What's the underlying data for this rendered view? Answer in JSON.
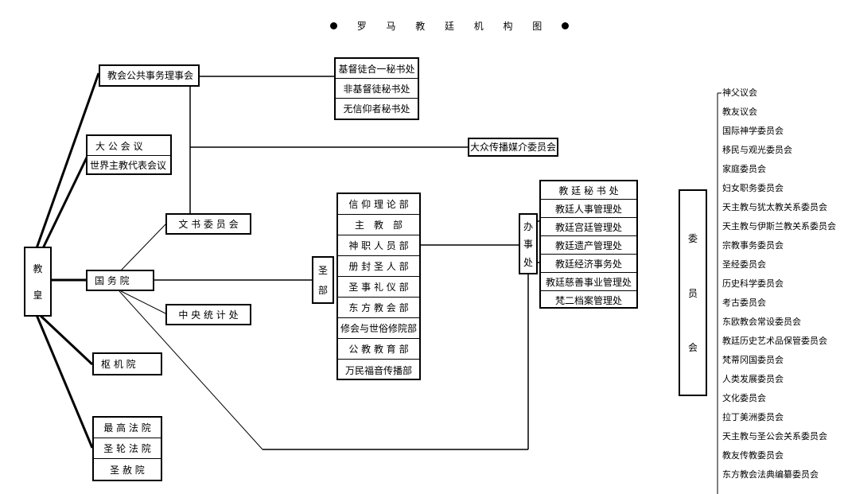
{
  "title": {
    "chars": [
      "罗",
      "马",
      "教",
      "廷",
      "机",
      "构",
      "图"
    ]
  },
  "pope": {
    "chars": [
      "教",
      "皇"
    ]
  },
  "nodes": {
    "church_affairs": "教会公共事务理事会",
    "synod": "大 公 会 议",
    "bishops_synod": "世界主教代表会议",
    "documents": "文 书 委 员 会",
    "state": "国 务 院",
    "statistics": "中 央 统 计 处",
    "privy": "枢 机 院",
    "media": "大众传播媒介委员会"
  },
  "secretariats": [
    "基督徒合一秘书处",
    "非基督徒秘书处",
    "无信仰者秘书处"
  ],
  "courts": [
    "最 高 法 院",
    "圣 轮 法 院",
    "圣 赦 院"
  ],
  "holy_dept": {
    "chars": [
      "圣",
      "部"
    ]
  },
  "departments": [
    "信 仰 理 论 部",
    "主　教　部",
    "神 职 人 员 部",
    "册 封 圣 人 部",
    "圣 事 礼 仪 部",
    "东 方 教 会 部",
    "修会与世俗修院部",
    "公 教 教 育 部",
    "万民福音传播部"
  ],
  "office": {
    "chars": [
      "办",
      "事",
      "处"
    ]
  },
  "offices": [
    "教 廷 秘 书 处",
    "教廷人事管理处",
    "教廷宫廷管理处",
    "教廷遗产管理处",
    "教廷经济事务处",
    "教廷慈善事业管理处",
    "梵二档案管理处"
  ],
  "committee_box": {
    "chars": [
      "委",
      "员",
      "会"
    ]
  },
  "committees": [
    "神父议会",
    "教友议会",
    "国际神学委员会",
    "移民与观光委员会",
    "家庭委员会",
    "妇女职务委员会",
    "天主教与犹太教关系委员会",
    "天主教与伊斯兰教关系委员会",
    "宗教事务委员会",
    "圣经委员会",
    "历史科学委员会",
    "考古委员会",
    "东欧教会常设委员会",
    "教廷历史艺术品保管委员会",
    "梵蒂冈国委员会",
    "人类发展委员会",
    "文化委员会",
    "拉丁美洲委员会",
    "天主教与圣公会关系委员会",
    "教友传教委员会",
    "东方教会法典编纂委员会"
  ]
}
